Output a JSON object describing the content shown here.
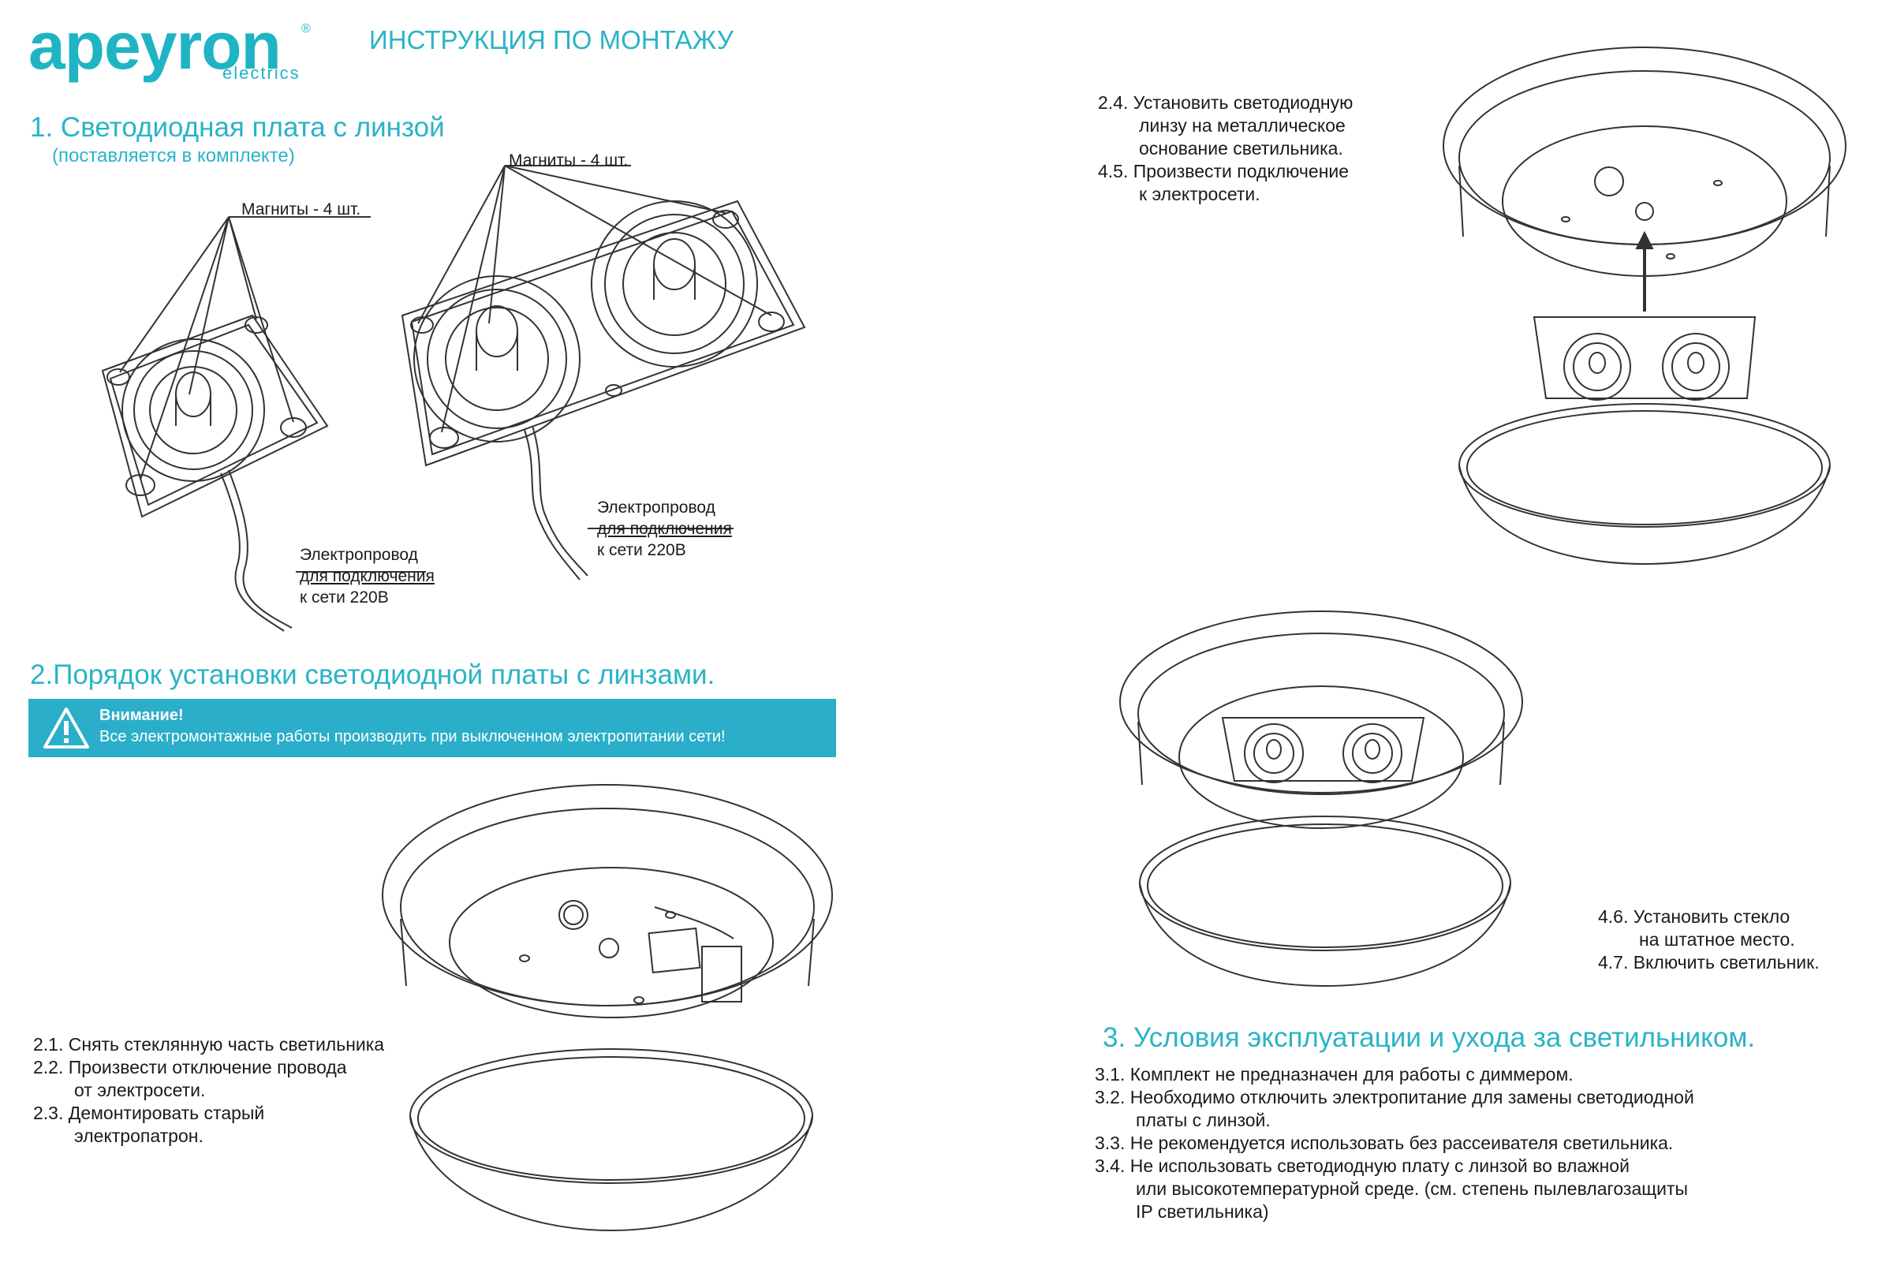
{
  "header": {
    "logo": "apeyron",
    "logo_sub": "electrics",
    "logo_reg": "®",
    "doc_title": "ИНСТРУКЦИЯ ПО МОНТАЖУ"
  },
  "section1": {
    "title": "1. Светодиодная плата с линзой",
    "subtitle": "(поставляется в комплекте)",
    "left_magnets_label": "Магниты - 4 шт.",
    "right_magnets_label": "Магниты - 4 шт.",
    "left_wire_label": [
      "Электропровод",
      "для подключения",
      "к сети 220В"
    ],
    "right_wire_label": [
      "Электропровод",
      "для подключения",
      "к сети 220В"
    ]
  },
  "section2": {
    "title": "2.Порядок установки светодиодной платы с линзами.",
    "warning_title": "Внимание!",
    "warning_text": "Все электромонтажные работы производить при выключенном электропитании сети!",
    "steps": [
      "2.1. Снять стеклянную часть светильника",
      "2.2. Произвести отключение провода",
      "от электросети.",
      "2.3. Демонтировать старый",
      "электропатрон."
    ]
  },
  "steps_top_right": [
    "2.4. Установить светодиодную",
    "линзу на металлическое",
    "основание светильника.",
    "4.5. Произвести подключение",
    "к электросети."
  ],
  "steps_mid_right": [
    "4.6. Установить стекло",
    "на штатное место.",
    "4.7. Включить светильник."
  ],
  "section3": {
    "title": "3. Условия эксплуатации и ухода за светильником.",
    "items": [
      "3.1. Комплект не предназначен для работы с диммером.",
      "3.2. Необходимо отключить электропитание для замены светодиодной",
      "платы с линзой.",
      "3.3. Не рекомендуется использовать без рассеивателя светильника.",
      "3.4. Не использовать светодиодную плату с линзой во влажной",
      "или высокотемпературной среде. (см. степень пылевлагозащиты",
      "IP светильника)"
    ]
  },
  "colors": {
    "accent": "#2ab3c6",
    "warning_bg": "#2aaec9",
    "text": "#1a1a1a"
  }
}
